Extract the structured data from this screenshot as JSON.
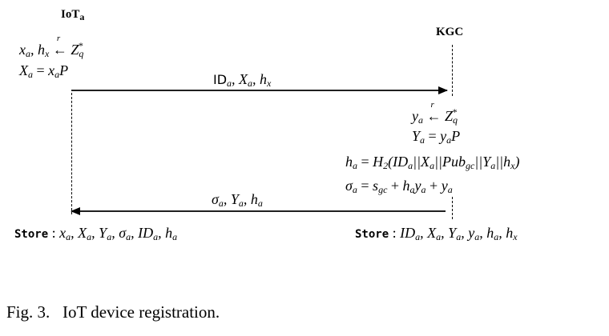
{
  "parties": {
    "iot": "IoT_a",
    "kgc": "KGC"
  },
  "iot_steps": {
    "step1_lhs": "x_a, h_x",
    "step1_rhs": "Z_q^*",
    "step2": "X_a = x_a P"
  },
  "kgc_steps": {
    "step1_lhs": "y_a",
    "step1_rhs": "Z_q^*",
    "step2": "Y_a = y_a P",
    "step3": "h_a = H_2(ID_a||X_a||Pub_gc||Y_a||h_x)",
    "step4": "σ_a = s_gc + h_a y_a + y_a"
  },
  "messages": {
    "to_kgc": "ID_a, X_a, h_x",
    "to_iot": "σ_a, Y_a, h_a"
  },
  "store": {
    "label": "Store",
    "iot_values": "x_a, X_a, Y_a, σ_a, ID_a, h_a",
    "kgc_values": "ID_a, X_a, Y_a, y_a, h_a, h_x"
  },
  "caption": {
    "label": "Fig. 3.",
    "text": "IoT device registration."
  },
  "random_symbol": "r"
}
